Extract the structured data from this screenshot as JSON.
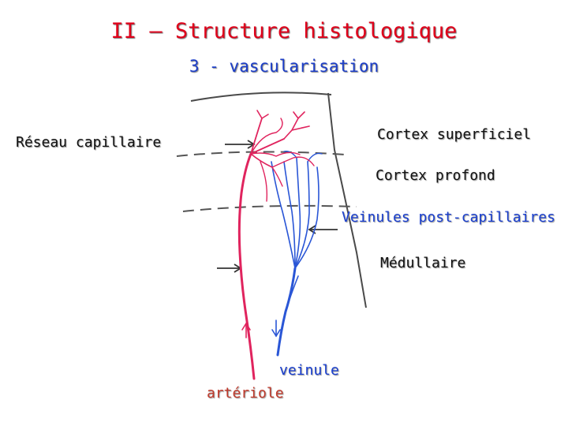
{
  "title": "II – Structure histologique",
  "subtitle": "3 - vascularisation",
  "labels": {
    "reseau_capillaire": "Réseau capillaire",
    "cortex_superficiel": "Cortex superficiel",
    "cortex_profond": "Cortex profond",
    "veinules": "Veinules post-capillaires",
    "medullaire": "Médullaire",
    "veinule": "veinule",
    "arteriole": "artériole"
  },
  "colors": {
    "title": "#e0001a",
    "subtitle": "#1c3ec8",
    "artery": "#e0245e",
    "vein": "#2a56d6",
    "outline": "#4a4a4a"
  }
}
